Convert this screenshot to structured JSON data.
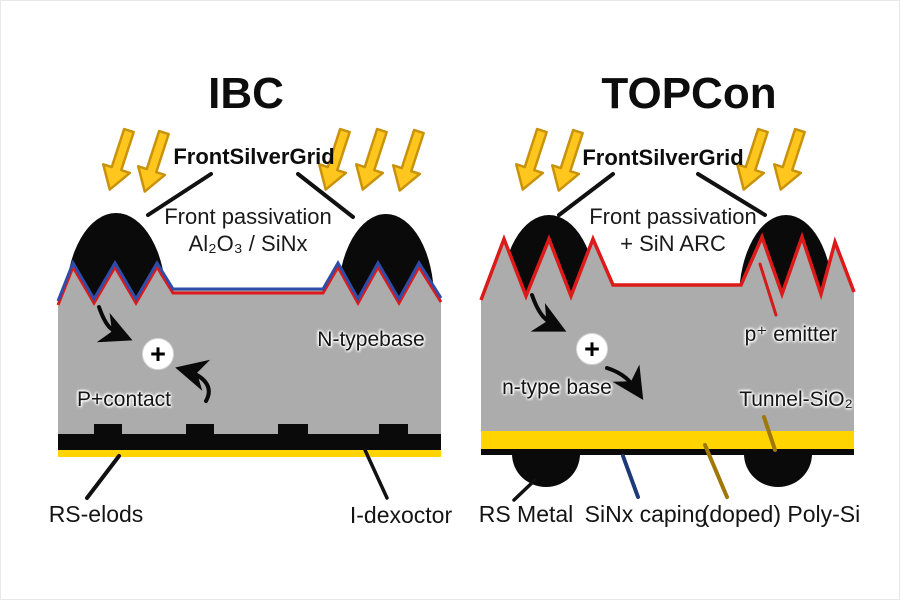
{
  "figure": {
    "type": "solar-cell-structure-comparison",
    "background": "#ffffff"
  },
  "colors": {
    "silicon_gray": "#acacac",
    "metal_black": "#0a0a0a",
    "rear_yellow": "#ffd400",
    "sun_arrow_fill": "#ffc71e",
    "sun_arrow_stroke": "#c8930b",
    "passivation_red": "#dd1a1a",
    "passivation_blue": "#2f4da8",
    "sinx_leader_blue": "#1c3a78",
    "poly_leader_olive": "#a07807",
    "text_black": "#141414"
  },
  "ibc": {
    "title": "IBC",
    "grid_label": "FrontSilverGrid",
    "passivation_line1": "Front passivation",
    "passivation_line2": "Al₂O₃ / SiNx",
    "base_label": "N-typebase",
    "contact_label": "P+contact",
    "plus_symbol": "+",
    "bottom_labels": {
      "rear_electrode": "RS-elods",
      "dielectric": "I-dexoctor"
    }
  },
  "topcon": {
    "title": "TOPCon",
    "grid_label": "FrontSilverGrid",
    "passivation_line1": "Front passivation",
    "passivation_line2": "+ SiN ARC",
    "base_label": "n-type base",
    "emitter_label": "p⁺ emitter",
    "tunnel_label": "Tunnel-SiO₂",
    "plus_symbol": "+",
    "bottom_labels": {
      "rs_metal": "RS Metal",
      "sinx_capping": "SiNx caping",
      "poly_si": "(doped) Poly-Si"
    }
  }
}
